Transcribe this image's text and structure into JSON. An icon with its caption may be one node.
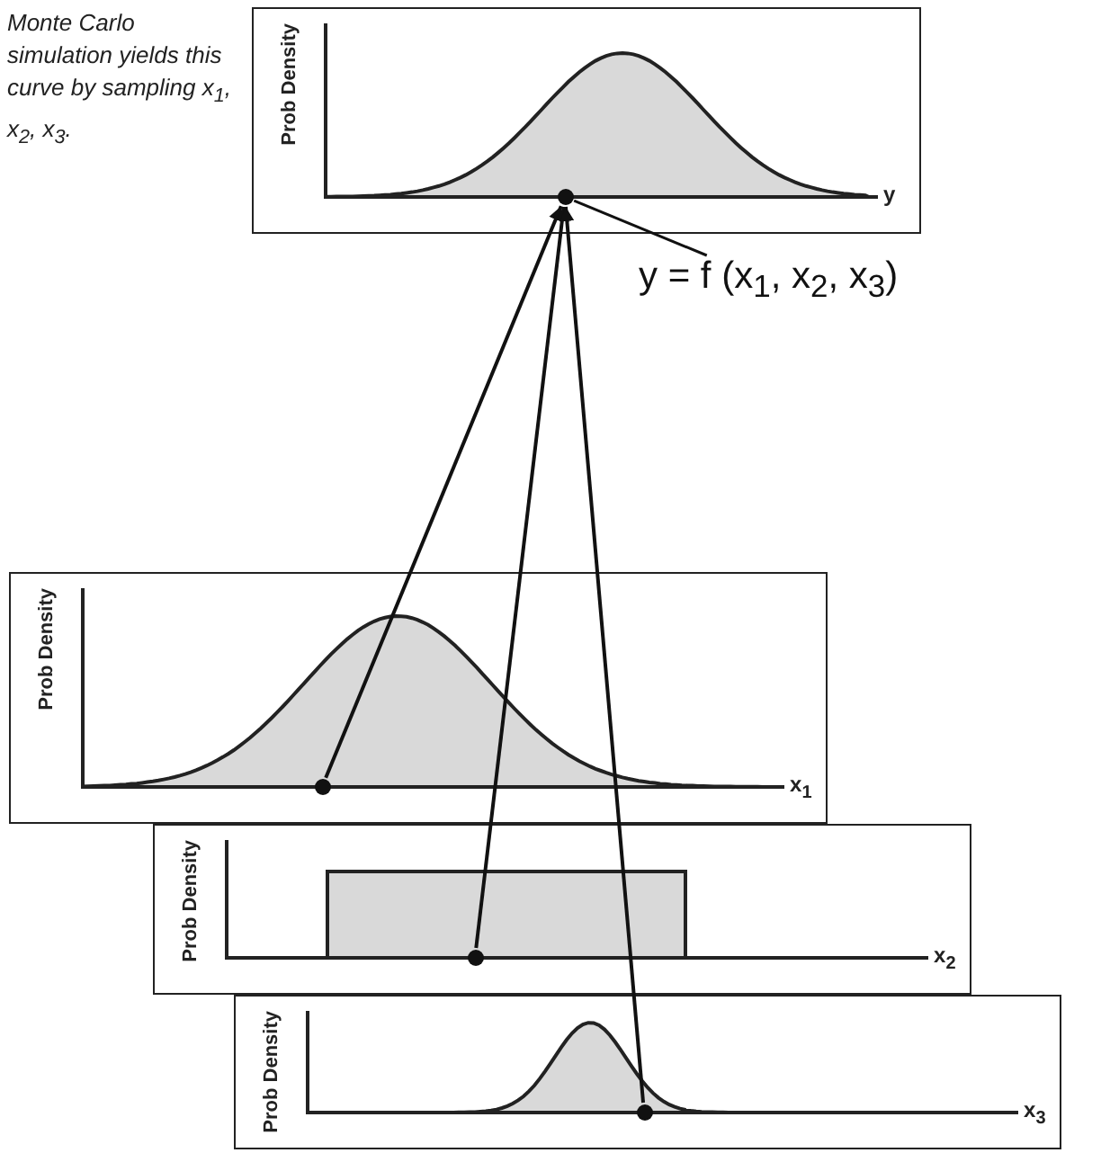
{
  "diagram": {
    "nodes": [
      {
        "text": [
          "Prob Density",
          "y"
        ]
      },
      {
        "text": [],
        "shape": "circle",
        "in": 0
      },
      {
        "text": [
          "Prob Density",
          "x$_{1}$"
        ]
      },
      {
        "text": [],
        "shape": "circle",
        "in": 2
      },
      {
        "text": [
          "Prob Density",
          "x$_{2}$"
        ]
      },
      {
        "text": [],
        "shape": "circle",
        "in": 4
      },
      {
        "text": [
          "Prob Density",
          "x$_{3}$"
        ]
      },
      {
        "text": [],
        "shape": "circle",
        "in": 6
      },
      {
        "text": [
          "y = f (x$_{1}$, x$_{2}$, x$_{3}$)"
        ]
      }
    ],
    "edges": [
      {
        "from": 3,
        "to": 1,
        "arrow": "to"
      },
      {
        "from": 5,
        "to": 1,
        "arrow": "to"
      },
      {
        "from": 7,
        "to": 1,
        "arrow": "to"
      },
      {
        "from": 8,
        "to": 1,
        "arrow": "none"
      }
    ],
    "labels": [
      "*Monte Carlo simulation yields this curve by sampling x$_{1}$, x$_{2}$, x$_{3}$.*"
    ]
  }
}
